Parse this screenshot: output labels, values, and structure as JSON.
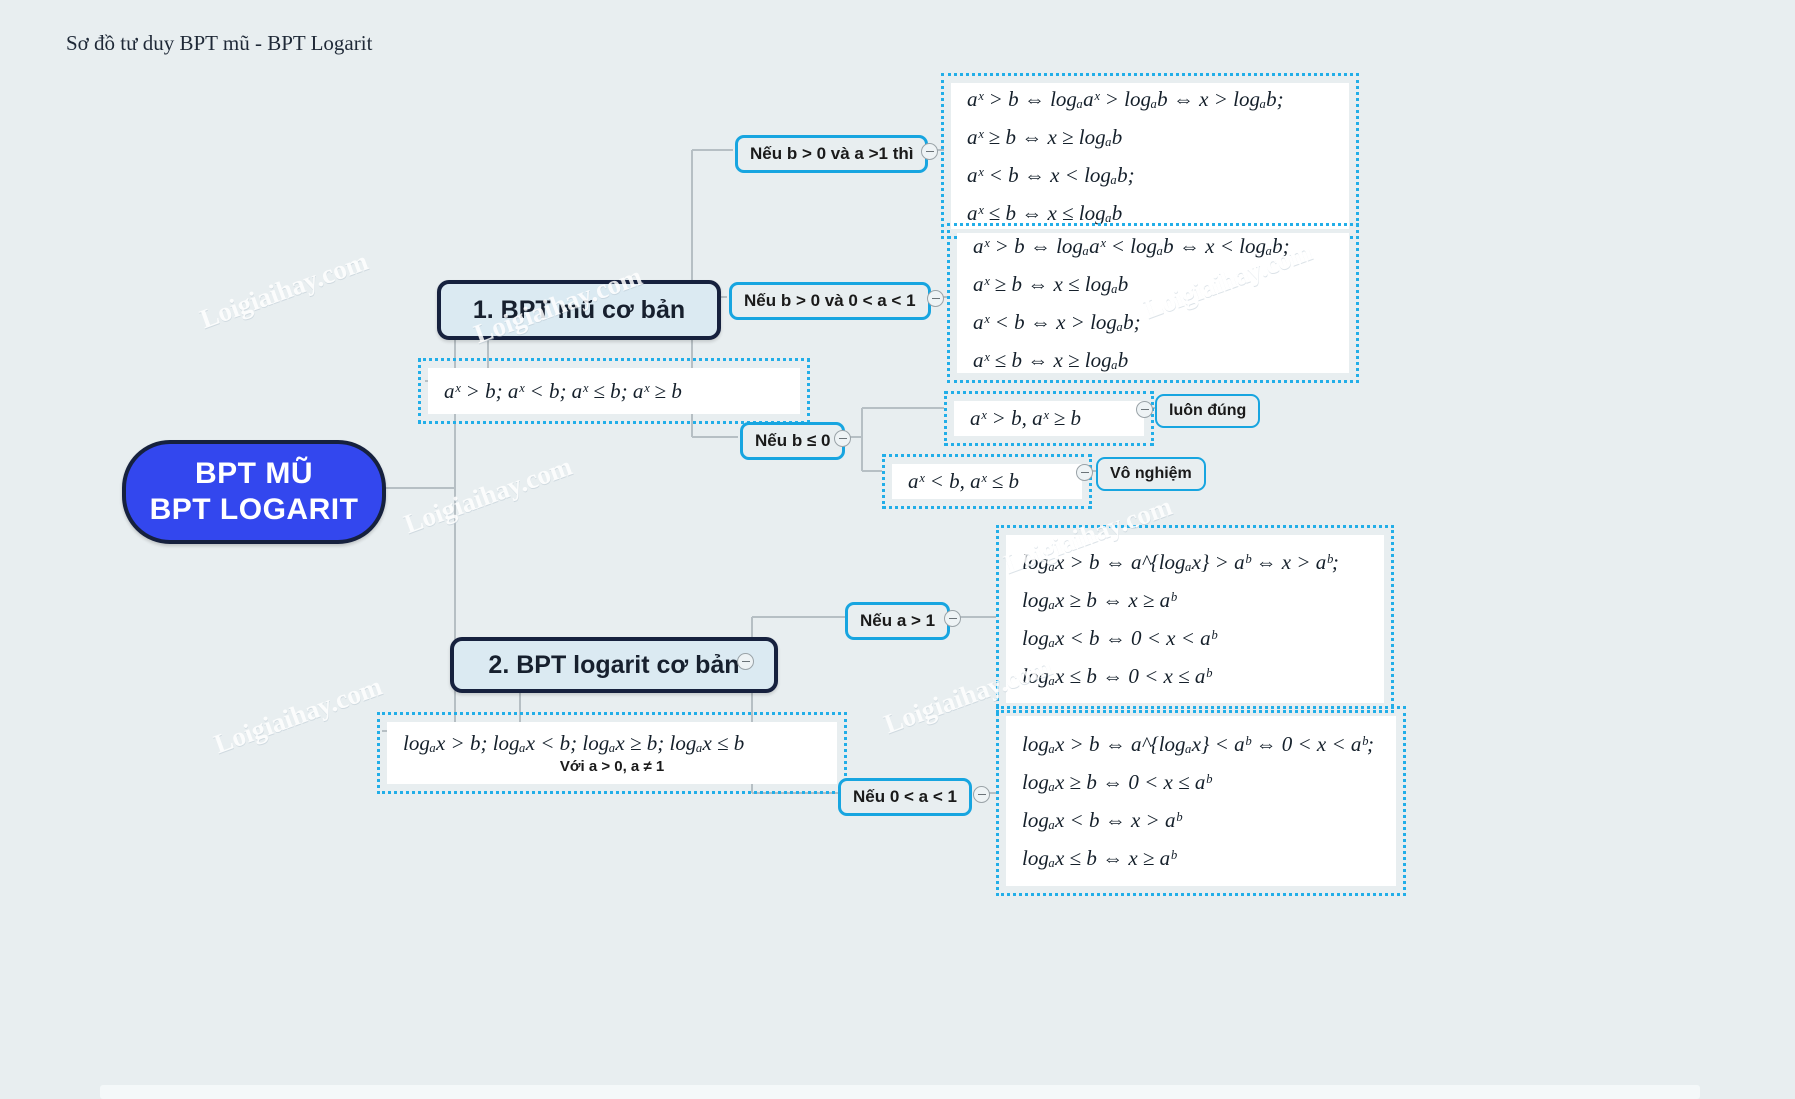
{
  "page": {
    "title": "Sơ đồ tư duy BPT mũ - BPT Logarit",
    "background_color": "#e8eef0",
    "accent_cyan": "#17a5e0",
    "accent_navy": "#16213e",
    "root_fill": "#3347ee"
  },
  "root": {
    "line1": "BPT MŨ",
    "line2": "BPT LOGARIT"
  },
  "branches": [
    {
      "label": "1. BPT mũ cơ bản"
    },
    {
      "label": "2. BPT logarit cơ bản"
    }
  ],
  "exponential": {
    "general_formula": "aˣ > b;  aˣ < b;  aˣ ≤ b;  aˣ ≥ b",
    "conditions": [
      {
        "label": "Nếu b > 0 và a >1 thì"
      },
      {
        "label": "Nếu b > 0 và 0 < a < 1"
      },
      {
        "label": "Nếu b ≤ 0"
      }
    ],
    "case_a_gt_1": [
      "aˣ > b ⇔ logₐaˣ > logₐb ⇔ x > logₐb;",
      "aˣ ≥ b ⇔ x ≥ logₐb",
      "aˣ < b ⇔ x < logₐb;",
      "aˣ ≤ b ⇔ x ≤ logₐb"
    ],
    "case_0_lt_a_lt_1": [
      "aˣ > b ⇔ logₐaˣ < logₐb ⇔ x < logₐb;",
      "aˣ ≥ b ⇔ x ≤ logₐb",
      "aˣ < b ⇔ x > logₐb;",
      "aˣ ≤ b ⇔ x ≥ logₐb"
    ],
    "case_b_le_0": {
      "always_true_formula": "aˣ > b,   aˣ ≥ b",
      "always_true_label": "luôn đúng",
      "no_solution_formula": "aˣ < b,   aˣ ≤ b",
      "no_solution_label": "Vô nghiệm"
    }
  },
  "logarithm": {
    "general_formula": "logₐx > b; logₐx < b;  logₐx ≥ b;  logₐx ≤ b",
    "general_note": "Với a > 0, a ≠ 1",
    "conditions": [
      {
        "label": "Nếu a > 1"
      },
      {
        "label": "Nếu 0 < a < 1"
      }
    ],
    "case_a_gt_1": [
      "logₐx > b ⇔ a^{logₐx} > aᵇ ⇔ x > aᵇ;",
      "logₐx ≥ b ⇔ x ≥ aᵇ",
      "logₐx < b ⇔ 0 < x < aᵇ",
      "logₐx ≤ b ⇔ 0 < x ≤ aᵇ"
    ],
    "case_0_lt_a_lt_1": [
      "logₐx > b ⇔ a^{logₐx} < aᵇ ⇔ 0 < x < aᵇ;",
      "logₐx ≥ b ⇔ 0 < x ≤ aᵇ",
      "logₐx < b ⇔ x > aᵇ",
      "logₐx ≤ b ⇔ x ≥ aᵇ"
    ]
  },
  "watermarks": [
    {
      "text": "Loigiaihay.com"
    },
    {
      "text": "Loigiaihay.com"
    },
    {
      "text": "Loigiaihay.com"
    },
    {
      "text": "Loigiaihay.com"
    },
    {
      "text": "Loigiaihay.com"
    },
    {
      "text": "Loigiaihay.com"
    },
    {
      "text": "Loigiaihay.com"
    }
  ]
}
